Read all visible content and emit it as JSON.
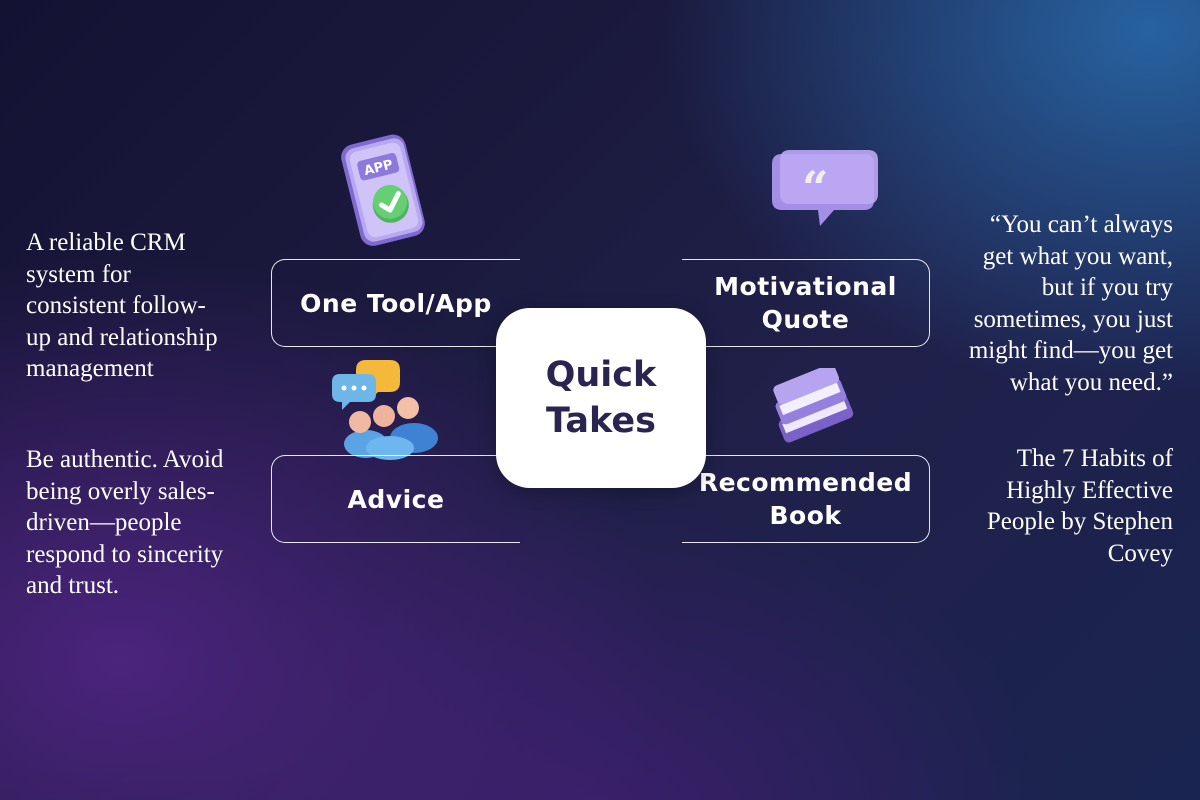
{
  "center": {
    "line1": "Quick",
    "line2": "Takes"
  },
  "cards": {
    "tool": {
      "label": "One Tool/App"
    },
    "advice": {
      "label": "Advice"
    },
    "quote": {
      "line1": "Motivational",
      "line2": "Quote"
    },
    "book": {
      "line1": "Recommended",
      "line2": "Book"
    }
  },
  "descriptions": {
    "tool": [
      "A reliable CRM",
      "system for",
      "consistent follow-",
      "up and relationship",
      "management"
    ],
    "advice": [
      "Be authentic. Avoid",
      "being overly sales-",
      "driven—people",
      "respond to sincerity",
      "and trust."
    ],
    "quote": [
      "“You can’t always",
      "get what you want,",
      "but if you try",
      "sometimes, you just",
      "might find—you get",
      "what you need.”"
    ],
    "book": [
      "The 7 Habits of",
      "Highly Effective",
      "People by Stephen",
      "Covey"
    ]
  },
  "icons": {
    "phone": {
      "name": "phone-app-icon",
      "text": "APP"
    },
    "speech": {
      "name": "quote-bubble-icon"
    },
    "people": {
      "name": "people-chat-icon"
    },
    "book": {
      "name": "book-icon"
    }
  },
  "colors": {
    "accent_purple": "#9b86e0",
    "check_green": "#5cc46a",
    "title_text": "#2a2450",
    "white": "#ffffff"
  }
}
